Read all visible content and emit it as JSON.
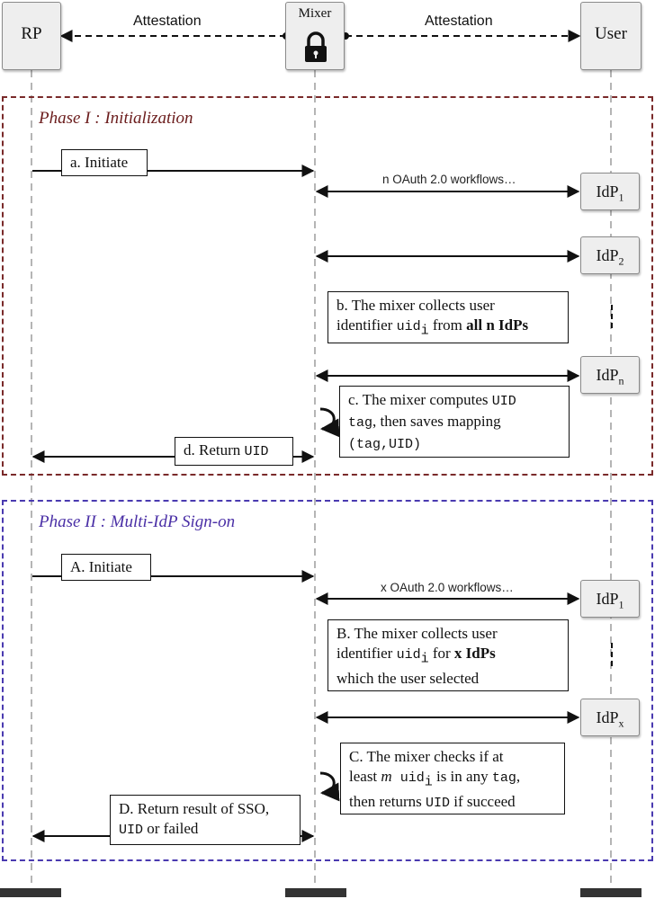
{
  "actors": {
    "rp": "RP",
    "mixer": "Mixer",
    "user": "User"
  },
  "attestation": {
    "left": "Attestation",
    "right": "Attestation"
  },
  "phase1": {
    "title": "Phase I : Initialization",
    "step_a": "a. Initiate",
    "workflows": "n OAuth 2.0 workflows…",
    "idps": [
      {
        "name": "IdP",
        "sub": "1"
      },
      {
        "name": "IdP",
        "sub": "2"
      },
      {
        "name": "IdP",
        "sub": "n"
      }
    ],
    "step_b": {
      "line1": "b. The mixer collects user",
      "line2_pre": "identifier ",
      "uid": "uid",
      "uid_sub": "i",
      "line2_mid": " from ",
      "line2_bold": "all n IdPs"
    },
    "step_c": {
      "line1_pre": "c. The mixer computes ",
      "line1_code": "UID",
      "line2_code": "tag",
      "line2_post": ", then saves mapping",
      "line3_code": "(tag,UID)"
    },
    "step_d": {
      "pre": "d. Return ",
      "code": "UID"
    }
  },
  "phase2": {
    "title": "Phase II : Multi-IdP Sign-on",
    "step_A": "A. Initiate",
    "workflows": "x OAuth 2.0 workflows…",
    "idps": [
      {
        "name": "IdP",
        "sub": "1"
      },
      {
        "name": "IdP",
        "sub": "x"
      }
    ],
    "step_B": {
      "line1": "B. The mixer collects user",
      "line2_pre": "identifier ",
      "uid": "uid",
      "uid_sub": "i",
      "line2_mid": "  for ",
      "line2_bold": "x IdPs",
      "line3": "which the user selected"
    },
    "step_C": {
      "line1": "C. The mixer checks if at",
      "line2_pre": "least ",
      "line2_m": "m",
      "line2_code1": " uid",
      "line2_sub": "i",
      "line2_mid": " is in any ",
      "line2_code2": "tag",
      "line2_post": ",",
      "line3_pre": "then returns ",
      "line3_code": "UID",
      "line3_post": " if succeed"
    },
    "step_D": {
      "line1": "D. Return result of SSO,",
      "line2_code": "UID",
      "line2_post": " or failed"
    }
  },
  "colors": {
    "phase1_border": "#7a2a2a",
    "phase1_title": "#6b1c1c",
    "phase2_border": "#4a3ab0",
    "phase2_title": "#4a2fa6",
    "lifeline": "#b5b5b5",
    "actor_fill": "#eeeeee"
  },
  "icons": {
    "mixer": "lock-icon",
    "self_call": "curved-arrow-icon"
  }
}
